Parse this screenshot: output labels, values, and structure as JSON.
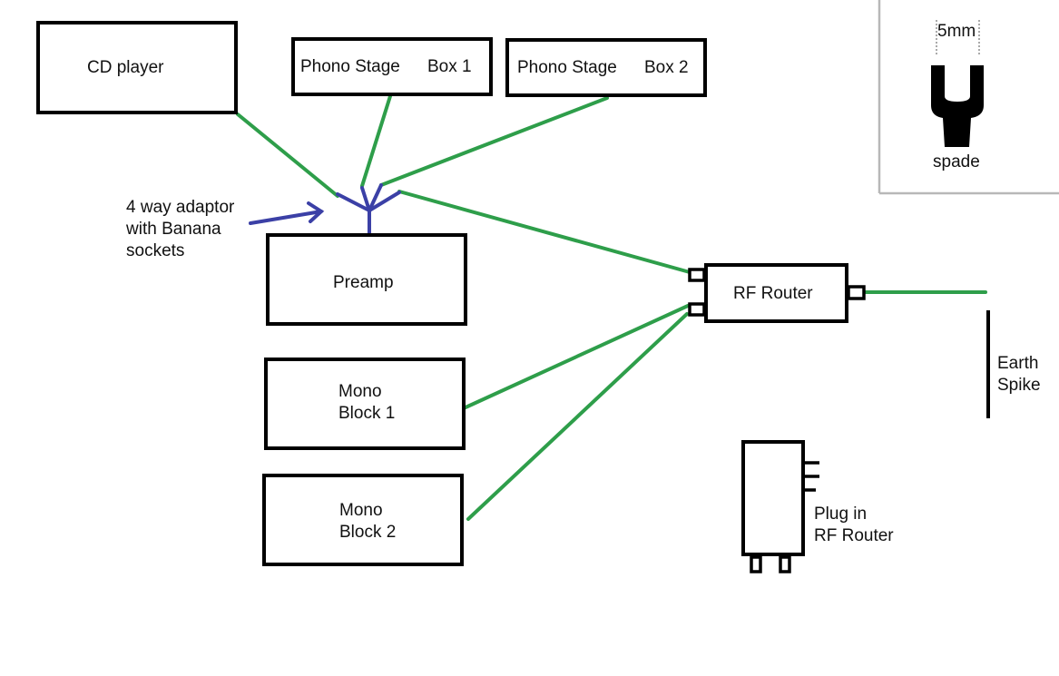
{
  "boxes": {
    "cd_player": "CD player",
    "phono_stage_1": [
      "Phono Stage",
      "Box 1"
    ],
    "phono_stage_2": [
      "Phono Stage",
      "Box 2"
    ],
    "preamp": "Preamp",
    "mono_block_1": [
      "Mono",
      "Block 1"
    ],
    "mono_block_2": [
      "Mono",
      "Block 2"
    ],
    "rf_router": "RF Router"
  },
  "labels": {
    "adaptor": [
      "4 way adaptor",
      "with Banana",
      "sockets"
    ],
    "earth_spike": [
      "Earth",
      "Spike"
    ],
    "plug_in_router": [
      "Plug in",
      "RF Router"
    ]
  },
  "inset": {
    "dimension": "5mm",
    "caption": "spade"
  },
  "colors": {
    "wire": "#2e9e4a",
    "adaptor": "#3b40a6",
    "outline": "#000000"
  }
}
